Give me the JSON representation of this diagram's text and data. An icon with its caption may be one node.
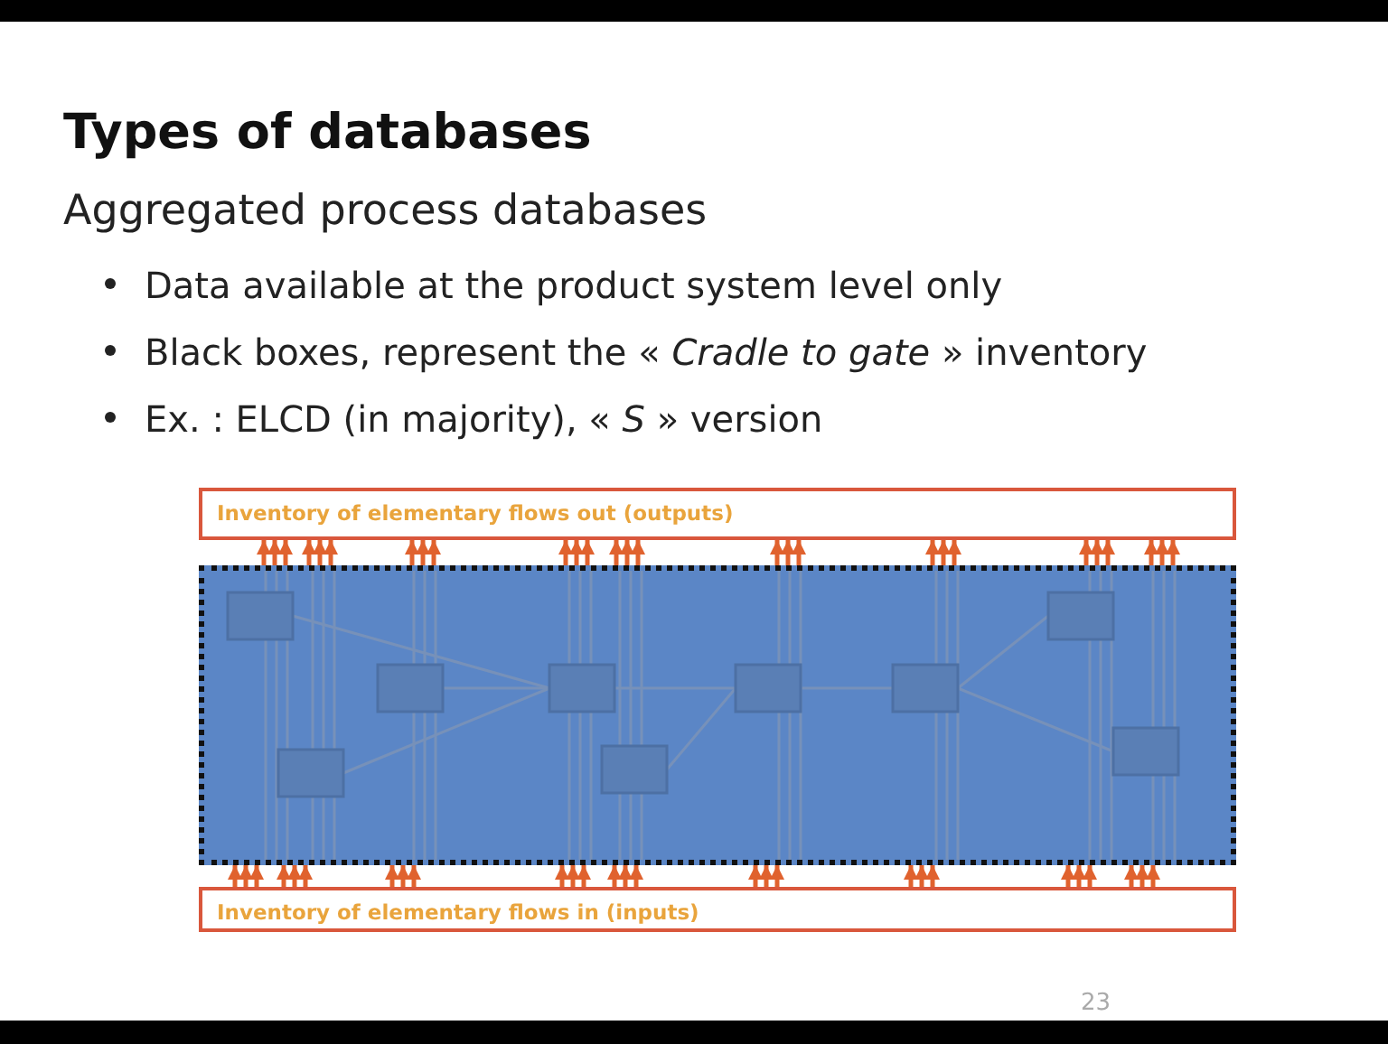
{
  "diagram": {
    "title": "Types of databases",
    "nodes": [
      {
        "text": [
          "Inventory of elementary flows out (outputs)"
        ]
      },
      {
        "text": [],
        "shape": "box"
      },
      {
        "text": [
          "Inventory of elementary flows in (inputs)"
        ]
      }
    ],
    "edges": [
      {
        "from": 1,
        "to": 0,
        "arrow": "to"
      },
      {
        "from": 1,
        "to": 0,
        "arrow": "to"
      },
      {
        "from": 1,
        "to": 0,
        "arrow": "to"
      },
      {
        "from": 1,
        "to": 0,
        "arrow": "to"
      },
      {
        "from": 1,
        "to": 0,
        "arrow": "to"
      },
      {
        "from": 1,
        "to": 0,
        "arrow": "to"
      },
      {
        "from": 1,
        "to": 0,
        "arrow": "to"
      },
      {
        "from": 1,
        "to": 0,
        "arrow": "to"
      },
      {
        "from": 1,
        "to": 0,
        "arrow": "to"
      },
      {
        "from": 1,
        "to": 0,
        "arrow": "to"
      },
      {
        "from": 1,
        "to": 0,
        "arrow": "to"
      },
      {
        "from": 1,
        "to": 0,
        "arrow": "to"
      },
      {
        "from": 1,
        "to": 0,
        "arrow": "to"
      },
      {
        "from": 1,
        "to": 0,
        "arrow": "to"
      },
      {
        "from": 1,
        "to": 0,
        "arrow": "to"
      },
      {
        "from": 1,
        "to": 0,
        "arrow": "to"
      },
      {
        "from": 1,
        "to": 0,
        "arrow": "to"
      },
      {
        "from": 1,
        "to": 0,
        "arrow": "to"
      },
      {
        "from": 1,
        "to": 0,
        "arrow": "to"
      },
      {
        "from": 1,
        "to": 0,
        "arrow": "to"
      },
      {
        "from": 1,
        "to": 0,
        "arrow": "to"
      },
      {
        "from": 1,
        "to": 0,
        "arrow": "to"
      },
      {
        "from": 1,
        "to": 0,
        "arrow": "to"
      },
      {
        "from": 1,
        "to": 0,
        "arrow": "to"
      },
      {
        "from": 1,
        "to": 0,
        "arrow": "to"
      },
      {
        "from": 1,
        "to": 0,
        "arrow": "to"
      },
      {
        "from": 1,
        "to": 0,
        "arrow": "to"
      },
      {
        "from": 2,
        "to": 1,
        "arrow": "to"
      },
      {
        "from": 2,
        "to": 1,
        "arrow": "to"
      },
      {
        "from": 2,
        "to": 1,
        "arrow": "to"
      },
      {
        "from": 2,
        "to": 1,
        "arrow": "to"
      },
      {
        "from": 2,
        "to": 1,
        "arrow": "to"
      },
      {
        "from": 2,
        "to": 1,
        "arrow": "to"
      },
      {
        "from": 2,
        "to": 1,
        "arrow": "to"
      },
      {
        "from": 2,
        "to": 1,
        "arrow": "to"
      },
      {
        "from": 2,
        "to": 1,
        "arrow": "to"
      },
      {
        "from": 2,
        "to": 1,
        "arrow": "to"
      },
      {
        "from": 2,
        "to": 1,
        "arrow": "to"
      },
      {
        "from": 2,
        "to": 1,
        "arrow": "to"
      },
      {
        "from": 2,
        "to": 1,
        "arrow": "to"
      },
      {
        "from": 2,
        "to": 1,
        "arrow": "to"
      },
      {
        "from": 2,
        "to": 1,
        "arrow": "to"
      },
      {
        "from": 2,
        "to": 1,
        "arrow": "to"
      },
      {
        "from": 2,
        "to": 1,
        "arrow": "to"
      },
      {
        "from": 2,
        "to": 1,
        "arrow": "to"
      },
      {
        "from": 2,
        "to": 1,
        "arrow": "to"
      },
      {
        "from": 2,
        "to": 1,
        "arrow": "to"
      },
      {
        "from": 2,
        "to": 1,
        "arrow": "to"
      },
      {
        "from": 2,
        "to": 1,
        "arrow": "to"
      },
      {
        "from": 2,
        "to": 1,
        "arrow": "to"
      },
      {
        "from": 2,
        "to": 1,
        "arrow": "to"
      },
      {
        "from": 2,
        "to": 1,
        "arrow": "to"
      },
      {
        "from": 2,
        "to": 1,
        "arrow": "to"
      },
      {
        "from": 2,
        "to": 1,
        "arrow": "to"
      }
    ],
    "labels": [
      "Aggregated process databases",
      "Data available at the product system level only",
      "Black boxes, represent the « *Cradle to gate* » inventory",
      "Ex. : ELCD (in majority), « *S* » version",
      "23"
    ]
  }
}
